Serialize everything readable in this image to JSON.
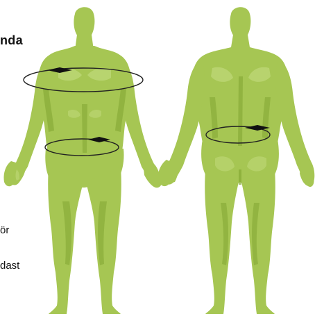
{
  "text_fragments": {
    "heading": "nda",
    "line_1": "ör",
    "line_2": "dast"
  },
  "figures": [
    {
      "view": "front",
      "measurements": [
        "chest-circumference",
        "waist-circumference"
      ]
    },
    {
      "view": "back",
      "measurements": [
        "hip-circumference"
      ]
    }
  ],
  "colors": {
    "body_fill": "#a6c653",
    "body_shade": "#86a935",
    "body_highlight": "#c1da7c",
    "outline": "#222222",
    "arrow": "#111111"
  }
}
